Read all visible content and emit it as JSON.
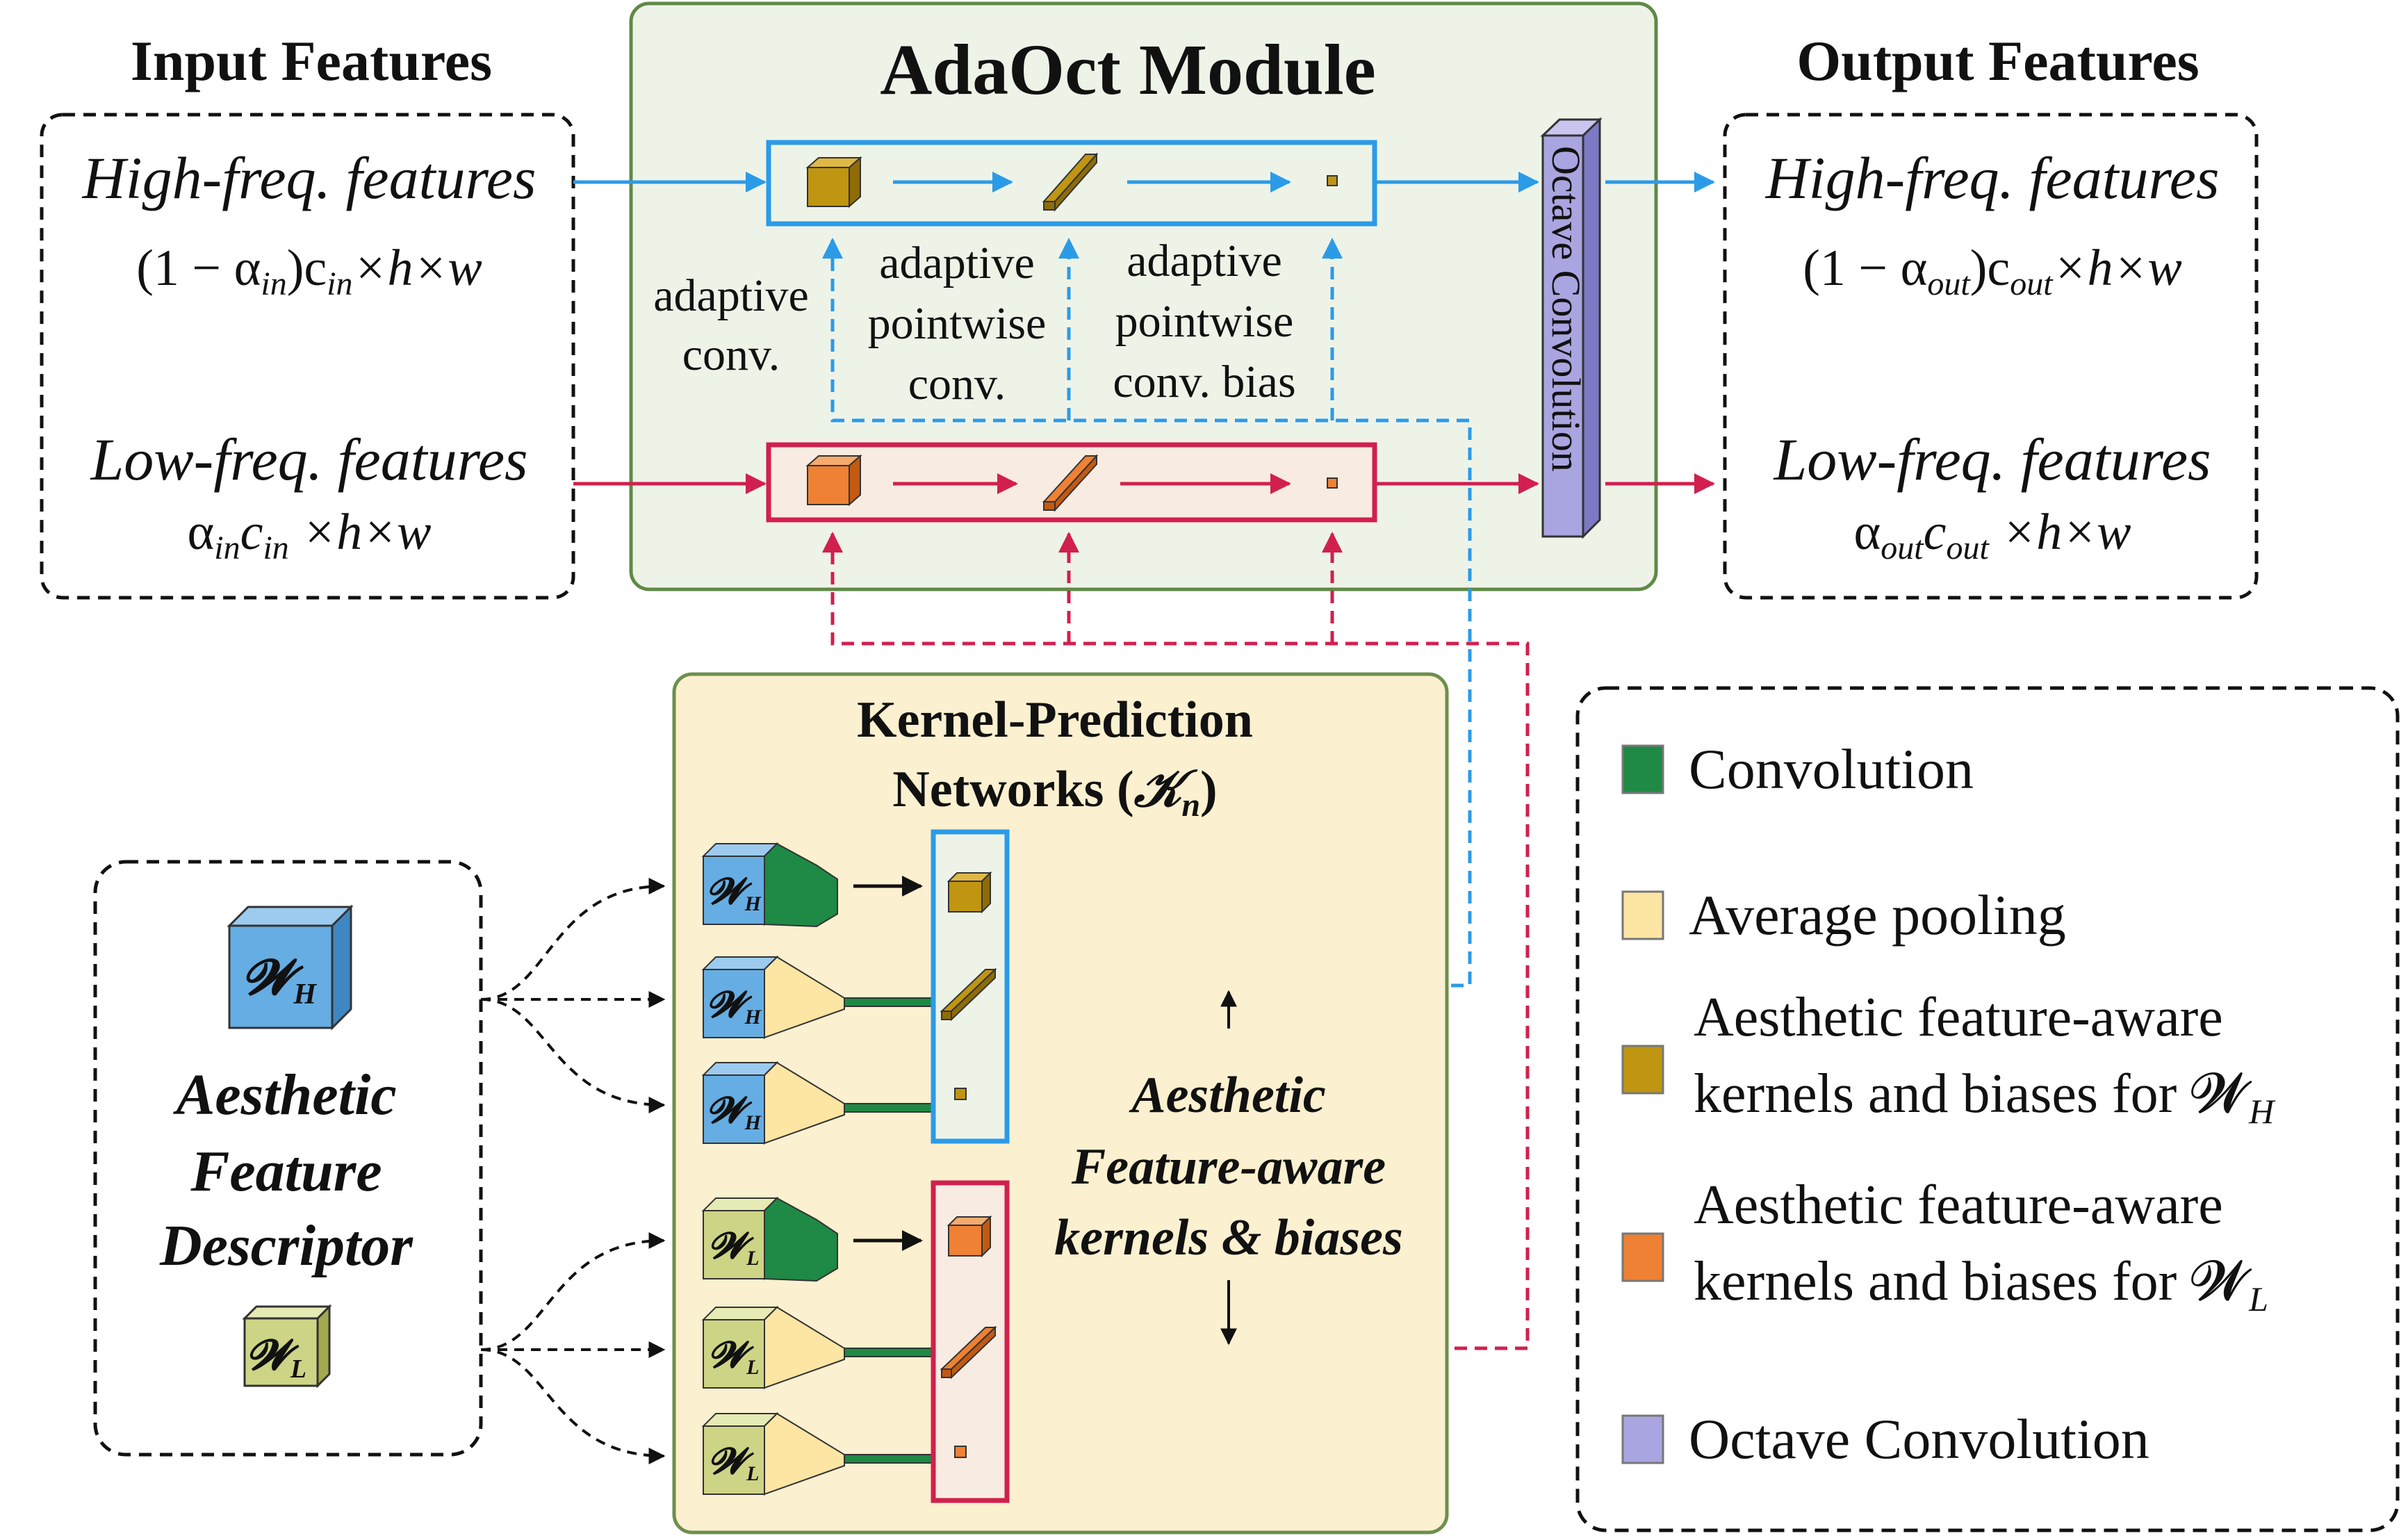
{
  "colors": {
    "high_freq_blue": "#2B9BE8",
    "low_freq_red": "#D1204E",
    "module_fill": "#EEF3E8",
    "module_border": "#5E8A47",
    "kpn_fill": "#FBF0CF",
    "kpn_border": "#6E8F4E",
    "convolution": "#1E8A45",
    "average_pooling": "#FDE5A3",
    "kernel_high": "#BF9512",
    "kernel_low": "#EE8133",
    "octave_conv": "#A9A5E0",
    "cube_wh": "#66ADE3",
    "cube_wl": "#CED485"
  },
  "input_features": {
    "title": "Input Features",
    "high_label": "High-freq. features",
    "high_dims": "(1 − α",
    "high_dims_sub": "in",
    "high_dims_mid": ")c",
    "high_dims_sub2": "in",
    "high_dims_tail": "×h×w",
    "low_label": "Low-freq. features",
    "low_dims": "α",
    "low_dims_sub": "in",
    "low_dims_mid": "c",
    "low_dims_sub2": "in",
    "low_dims_tail": " ×h×w"
  },
  "output_features": {
    "title": "Output Features",
    "high_label": "High-freq. features",
    "high_dims": "(1 − α",
    "high_dims_sub": "out",
    "high_dims_mid": ")c",
    "high_dims_sub2": "out",
    "high_dims_tail": "×h×w",
    "low_label": "Low-freq. features",
    "low_dims": "α",
    "low_dims_sub": "out",
    "low_dims_mid": "c",
    "low_dims_sub2": "out",
    "low_dims_tail": " ×h×w"
  },
  "module": {
    "title": "AdaOct Module",
    "octave_label": "Octave Convolution",
    "labels": {
      "adaptive_conv": [
        "adaptive",
        "conv."
      ],
      "adaptive_pointwise": [
        "adaptive",
        "pointwise",
        "conv."
      ],
      "adaptive_bias": [
        "adaptive",
        "pointwise",
        "conv. bias"
      ]
    }
  },
  "kpn": {
    "title_line1": "Kernel-Prediction",
    "title_line2": "Networks (",
    "title_symbol": "𝒦",
    "title_sub": "n",
    "title_close": ")",
    "kernels_label": [
      "Aesthetic",
      "Feature-aware",
      "kernels & biases"
    ]
  },
  "descriptor": {
    "label": [
      "Aesthetic",
      "Feature",
      "Descriptor"
    ],
    "wh": "𝓦",
    "wh_sub": "H",
    "wl": "𝓦",
    "wl_sub": "L"
  },
  "legend": {
    "items": [
      {
        "label": [
          "Convolution"
        ],
        "color": "#1E8A45"
      },
      {
        "label": [
          "Average pooling"
        ],
        "color": "#FDE5A3"
      },
      {
        "label": [
          "Aesthetic feature-aware",
          "kernels and biases for 𝓦"
        ],
        "sub": "H",
        "color": "#BF9512"
      },
      {
        "label": [
          "Aesthetic feature-aware",
          "kernels and biases for 𝓦"
        ],
        "sub": "L",
        "color": "#EE8133"
      },
      {
        "label": [
          "Octave Convolution"
        ],
        "color": "#A9A5E0"
      }
    ]
  }
}
